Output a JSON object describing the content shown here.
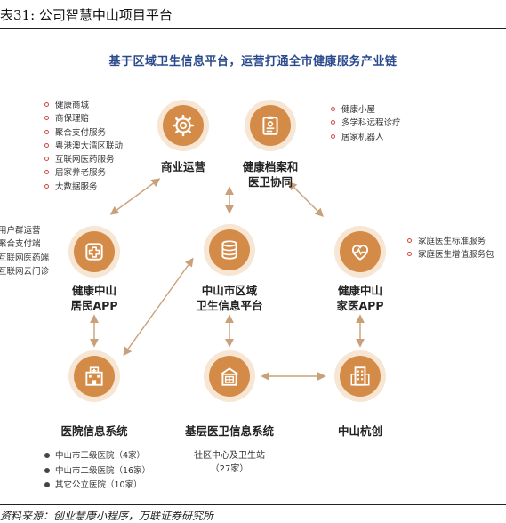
{
  "figure_title": "表31: 公司智慧中山项目平台",
  "headline": "基于区域卫生信息平台，运营打通全市健康服务产业链",
  "nodes": {
    "commercial": {
      "label": "商业运营",
      "icon": "gear-icon"
    },
    "records": {
      "label_line1": "健康档案和",
      "label_line2": "医卫协同",
      "icon": "clipboard-icon"
    },
    "resident_app": {
      "label_line1": "健康中山",
      "label_line2": "居民APP",
      "icon": "medical-cross-icon"
    },
    "platform": {
      "label_line1": "中山市区域",
      "label_line2": "卫生信息平台",
      "icon": "database-icon"
    },
    "doctor_app": {
      "label_line1": "健康中山",
      "label_line2": "家医APP",
      "icon": "heart-pulse-icon"
    },
    "hospital": {
      "label": "医院信息系统",
      "icon": "hospital-icon"
    },
    "primary": {
      "label": "基层医卫信息系统",
      "icon": "clinic-icon"
    },
    "hangchuang": {
      "label": "中山杭创",
      "icon": "building-icon"
    }
  },
  "lists": {
    "commercial": [
      "健康商城",
      "商保理赔",
      "聚合支付服务",
      "粤港澳大湾区联动",
      "互联网医药服务",
      "居家养老服务",
      "大数据服务"
    ],
    "records": [
      "健康小屋",
      "多学科远程诊疗",
      "居家机器人"
    ],
    "resident": [
      "用户群运营",
      "聚合支付端",
      "互联网医药端",
      "互联网云门诊"
    ],
    "doctor": [
      "家庭医生标准服务",
      "家庭医生增值服务包"
    ],
    "hospital": [
      "中山市三级医院（4家）",
      "中山市二级医院（16家）",
      "其它公立医院（10家）"
    ]
  },
  "primary_sub": {
    "line1": "社区中心及卫生站",
    "line2": "（27家）"
  },
  "source": "资料来源：创业慧康小程序，万联证券研究所",
  "colors": {
    "accent": "#d48b48",
    "halo": "#f7e6d3",
    "headline": "#2b4a8c",
    "bullet": "#d0463a",
    "arrow": "#c9a07a"
  }
}
